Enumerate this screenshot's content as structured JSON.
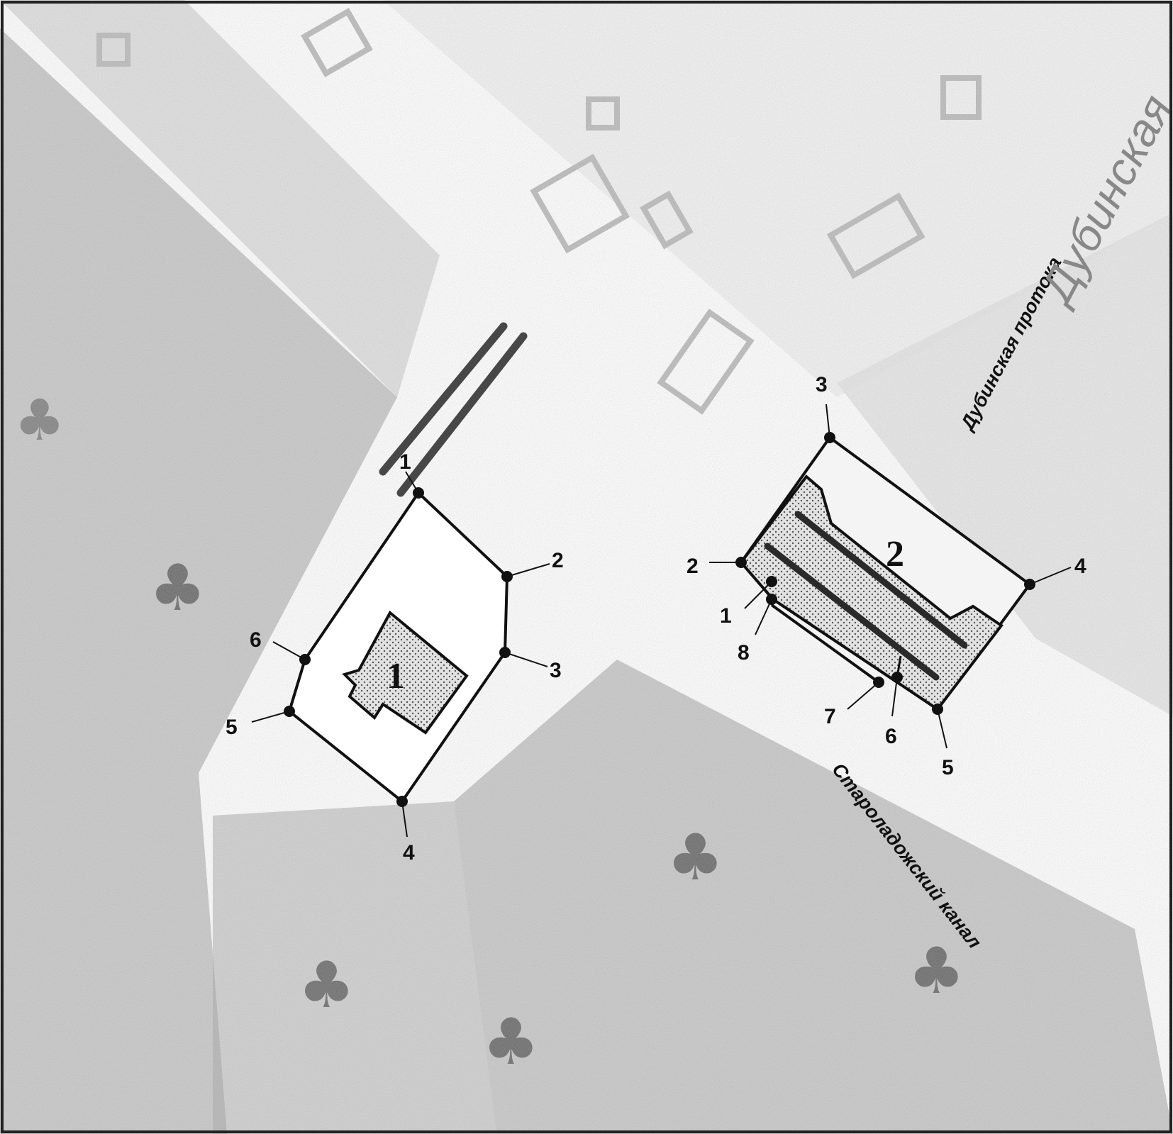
{
  "colors": {
    "background": "#ffffff",
    "terrain_dark": "#8e8e8e",
    "terrain_light": "#c8c8c8",
    "outline": "#111111",
    "hatch_fill": "#d9d9d9",
    "track": "#2a2a2a"
  },
  "site1": {
    "label": "1",
    "points": [
      {
        "label": "1"
      },
      {
        "label": "2"
      },
      {
        "label": "3"
      },
      {
        "label": "4"
      },
      {
        "label": "5"
      },
      {
        "label": "6"
      }
    ]
  },
  "site2": {
    "label": "2",
    "points": [
      {
        "label": "1"
      },
      {
        "label": "2"
      },
      {
        "label": "3"
      },
      {
        "label": "4"
      },
      {
        "label": "5"
      },
      {
        "label": "6"
      },
      {
        "label": "7"
      },
      {
        "label": "8"
      }
    ]
  },
  "labels": {
    "dubinskaya": "Дубинская протока",
    "staroladozhsky": "Староладожский канал",
    "top_right": "Дубинская"
  }
}
